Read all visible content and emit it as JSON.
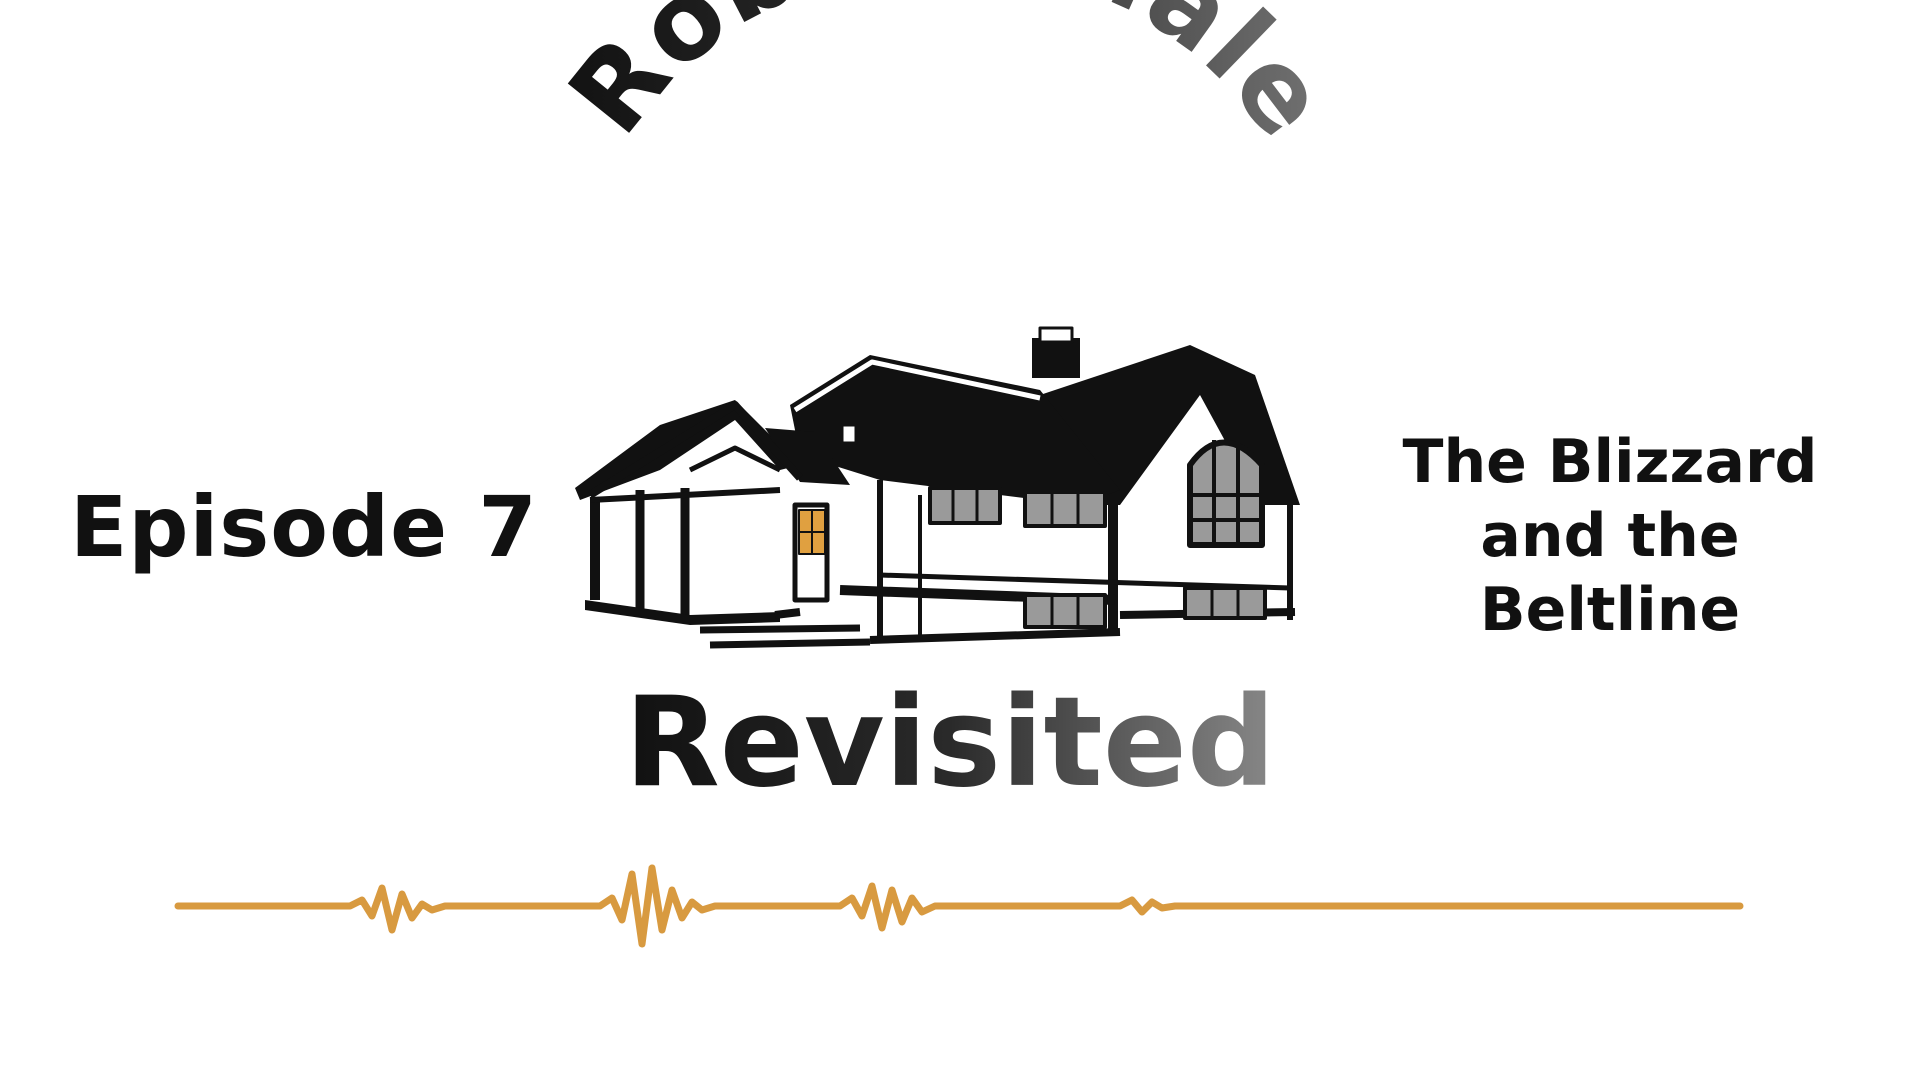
{
  "title_top": "Robbinsdale",
  "title_bottom": "Revisited",
  "episode_label": "Episode 7",
  "episode_title_lines": [
    "The Blizzard",
    "and the",
    "Beltline"
  ],
  "colors": {
    "background": "#ffffff",
    "text_dark": "#111111",
    "house_roof": "#111111",
    "window_fill": "#9a9a9a",
    "lit_window": "#e0a040",
    "waveform": "#d89a40"
  },
  "icons": [
    "house-illustration",
    "audio-waveform"
  ]
}
